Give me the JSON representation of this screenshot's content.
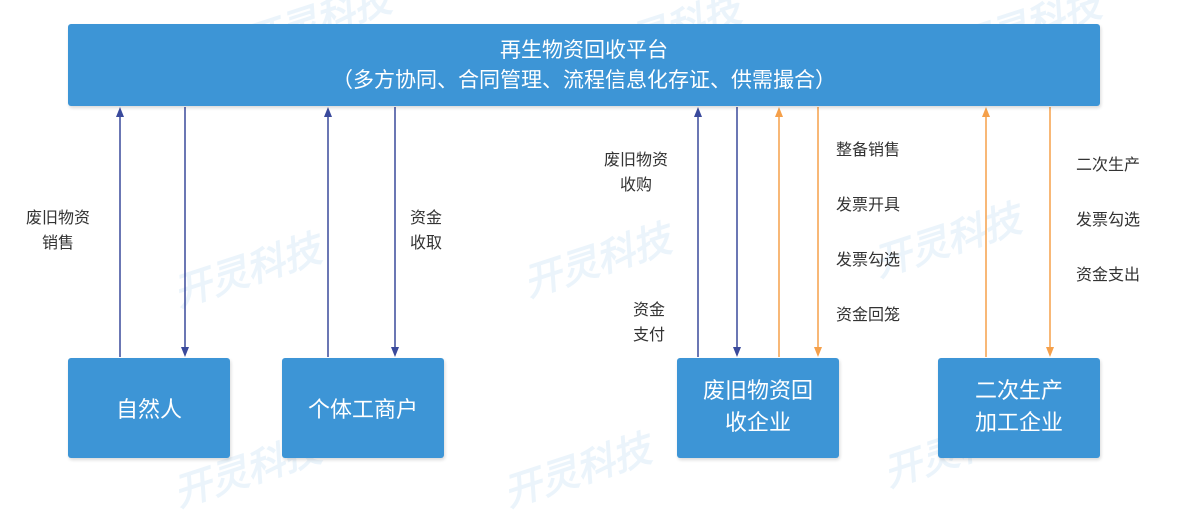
{
  "platform": {
    "title": "再生物资回收平台",
    "subtitle": "（多方协同、合同管理、流程信息化存证、供需撮合）"
  },
  "nodes": {
    "natural_person": "自然人",
    "individual_business": "个体工商户",
    "recycler_line1": "废旧物资回",
    "recycler_line2": "收企业",
    "processor_line1": "二次生产",
    "processor_line2": "加工企业"
  },
  "labels": {
    "waste_sale_1": "废旧物资",
    "waste_sale_2": "销售",
    "fund_receive_1": "资金",
    "fund_receive_2": "收取",
    "waste_purchase_1": "废旧物资",
    "waste_purchase_2": "收购",
    "fund_pay_1": "资金",
    "fund_pay_2": "支付",
    "prepare_sale": "整备销售",
    "invoice_issue": "发票开具",
    "invoice_select_1": "发票勾选",
    "fund_return": "资金回笼",
    "secondary_production": "二次生产",
    "invoice_select_2": "发票勾选",
    "fund_expense": "资金支出"
  },
  "watermark": "开灵科技",
  "colors": {
    "box": "#3d95d6",
    "blue_arrow": "#3a4a9c",
    "orange_arrow": "#f5a04a"
  }
}
